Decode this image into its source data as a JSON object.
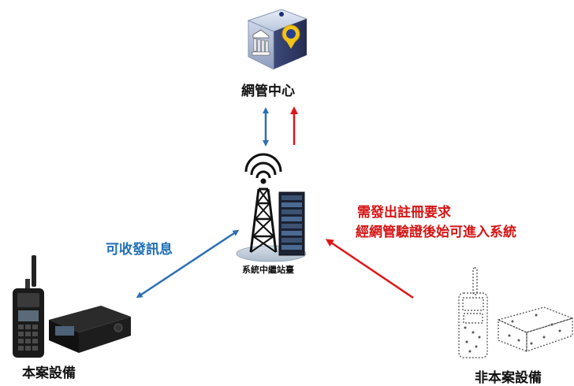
{
  "nodes": {
    "network_center": {
      "label": "網管中心"
    },
    "relay_station": {
      "label": "系統中繼站臺"
    },
    "own_equipment": {
      "label": "本案設備"
    },
    "foreign_equipment": {
      "label": "非本案設備"
    }
  },
  "annotations": {
    "can_communicate": "可收發訊息",
    "register_line1": "需發出註冊要求",
    "register_line2": "經網管驗證後始可進入系統"
  },
  "colors": {
    "blue_arrow": "#2b6fb3",
    "red_arrow": "#e01515",
    "blue_text": "#1f6fb5",
    "red_text": "#d51414"
  },
  "icons": {
    "network_center": "building-icon",
    "relay_station": "radio-tower-icon",
    "own_equipment": "radio-devices-icon",
    "foreign_equipment": "faded-radio-devices-icon"
  }
}
